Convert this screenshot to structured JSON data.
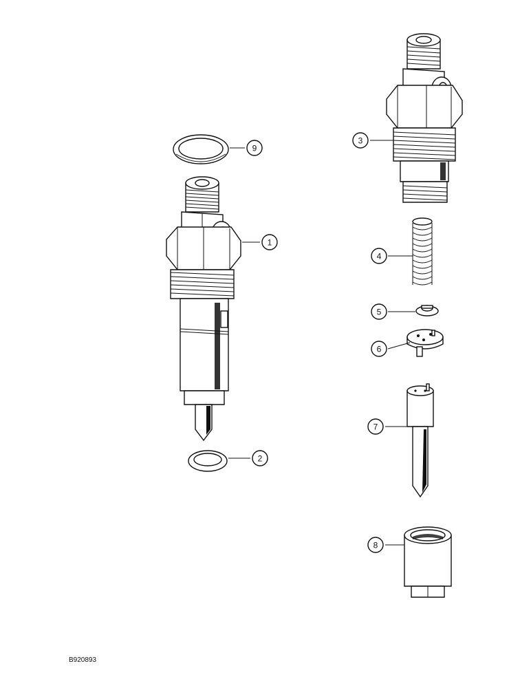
{
  "callouts": {
    "c1": "1",
    "c2": "2",
    "c3": "3",
    "c4": "4",
    "c5": "5",
    "c6": "6",
    "c7": "7",
    "c8": "8",
    "c9": "9"
  },
  "reference_code": "B920893",
  "colors": {
    "ink": "#111111",
    "background": "#ffffff"
  }
}
